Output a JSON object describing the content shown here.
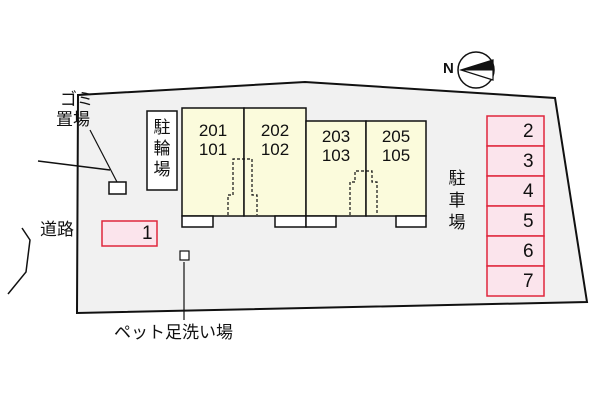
{
  "colors": {
    "lot_fill": "#f1f1f1",
    "unit_fill": "#fbfbdc",
    "parking_fill": "#fbe4ec",
    "parking_stroke": "#e0263c"
  },
  "compass": {
    "label": "N",
    "icon": "north-arrow-icon"
  },
  "labels": {
    "garbage": [
      "ゴミ",
      "置場"
    ],
    "road": "道路",
    "pet_wash": "ペット足洗い場",
    "bicycle": [
      "駐",
      "輪",
      "場"
    ],
    "parking": [
      "駐",
      "車",
      "場"
    ]
  },
  "units": [
    {
      "top": "201",
      "bottom": "101"
    },
    {
      "top": "202",
      "bottom": "102"
    },
    {
      "top": "203",
      "bottom": "103"
    },
    {
      "top": "205",
      "bottom": "105"
    }
  ],
  "parking_left": "1",
  "parking_right": [
    "2",
    "3",
    "4",
    "5",
    "6",
    "7"
  ]
}
